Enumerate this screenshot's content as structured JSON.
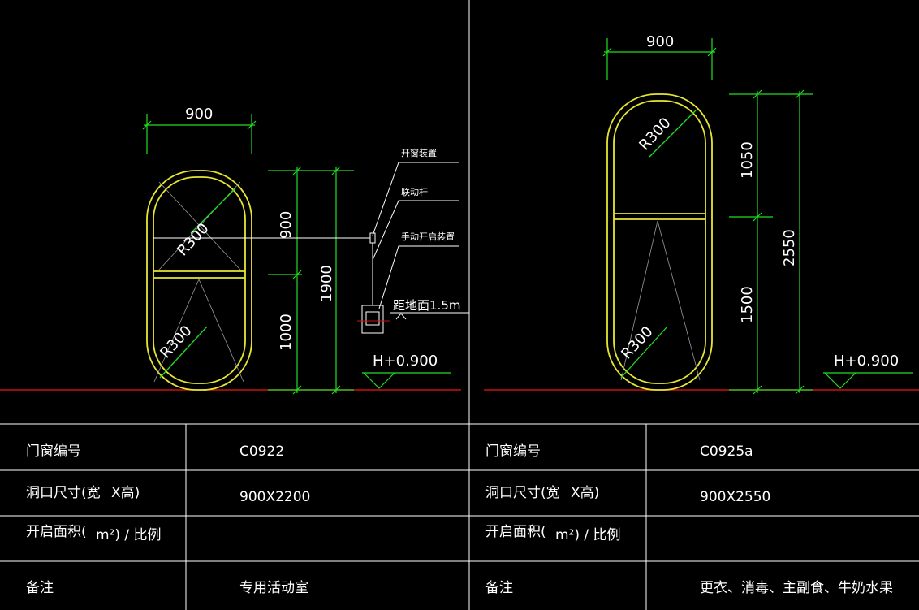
{
  "left_drawing": {
    "width_dim": "900",
    "upper_height_dim": "900",
    "lower_height_dim": "1000",
    "total_height_dim": "1900",
    "radius_upper": "R300",
    "radius_lower": "R300",
    "callout_window_opener": "开窗装置",
    "callout_linkage_rod": "联动杆",
    "callout_manual_opener": "手动开启装置",
    "callout_floor_height": "距地面1.5m",
    "elevation": "H+0.900"
  },
  "right_drawing": {
    "width_dim": "900",
    "upper_height_dim": "1050",
    "lower_height_dim": "1500",
    "total_height_dim": "2550",
    "radius_upper": "R300",
    "radius_lower": "R300",
    "elevation": "H+0.900"
  },
  "schedule": {
    "left": {
      "id_label": "门窗编号",
      "id_value": "C0922",
      "size_label_a": "洞口尺寸(宽",
      "size_label_b": "X高)",
      "size_value": "900X2200",
      "area_label_a": "开启面积(",
      "area_label_b": "m²) / 比例",
      "area_value": "",
      "remark_label": "备注",
      "remark_value": "专用活动室"
    },
    "right": {
      "id_label": "门窗编号",
      "id_value": "C0925a",
      "size_label_a": "洞口尺寸(宽",
      "size_label_b": "X高)",
      "size_value": "900X2550",
      "area_label_a": "开启面积(",
      "area_label_b": "m²) / 比例",
      "area_value": "",
      "remark_label": "备注",
      "remark_value": "更衣、消毒、主副食、牛奶水果"
    }
  },
  "colors": {
    "window_frame": "#e6e632",
    "dimension": "#22dd22",
    "floor_line": "#cc1111",
    "linework": "#ffffff",
    "background": "#000000"
  }
}
